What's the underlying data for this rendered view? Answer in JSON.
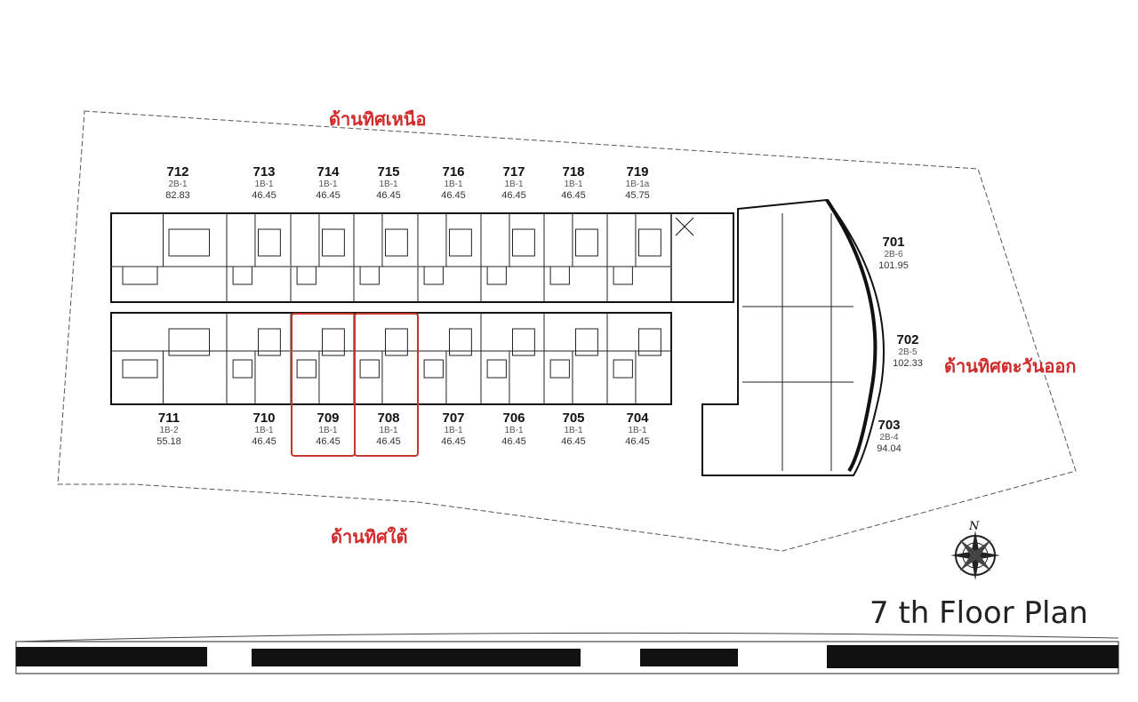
{
  "title": "7 th Floor Plan",
  "directions": {
    "north": "ด้านทิศเหนือ",
    "east": "ด้านทิศตะวันออก",
    "south": "ด้านทิศใต้"
  },
  "compass_label": "N",
  "highlight_color": "#c0392b",
  "units_top": [
    {
      "num": "712",
      "type": "2B-1",
      "area": "82.83"
    },
    {
      "num": "713",
      "type": "1B-1",
      "area": "46.45"
    },
    {
      "num": "714",
      "type": "1B-1",
      "area": "46.45"
    },
    {
      "num": "715",
      "type": "1B-1",
      "area": "46.45"
    },
    {
      "num": "716",
      "type": "1B-1",
      "area": "46.45"
    },
    {
      "num": "717",
      "type": "1B-1",
      "area": "46.45"
    },
    {
      "num": "718",
      "type": "1B-1",
      "area": "46.45"
    },
    {
      "num": "719",
      "type": "1B-1a",
      "area": "45.75"
    }
  ],
  "units_bottom": [
    {
      "num": "711",
      "type": "1B-2",
      "area": "55.18"
    },
    {
      "num": "710",
      "type": "1B-1",
      "area": "46.45"
    },
    {
      "num": "709",
      "type": "1B-1",
      "area": "46.45",
      "highlighted": true
    },
    {
      "num": "708",
      "type": "1B-1",
      "area": "46.45",
      "highlighted": true
    },
    {
      "num": "707",
      "type": "1B-1",
      "area": "46.45"
    },
    {
      "num": "706",
      "type": "1B-1",
      "area": "46.45"
    },
    {
      "num": "705",
      "type": "1B-1",
      "area": "46.45"
    },
    {
      "num": "704",
      "type": "1B-1",
      "area": "46.45"
    }
  ],
  "units_east": [
    {
      "num": "701",
      "type": "2B-6",
      "area": "101.95"
    },
    {
      "num": "702",
      "type": "2B-5",
      "area": "102.33"
    },
    {
      "num": "703",
      "type": "2B-4",
      "area": "94.04"
    }
  ]
}
